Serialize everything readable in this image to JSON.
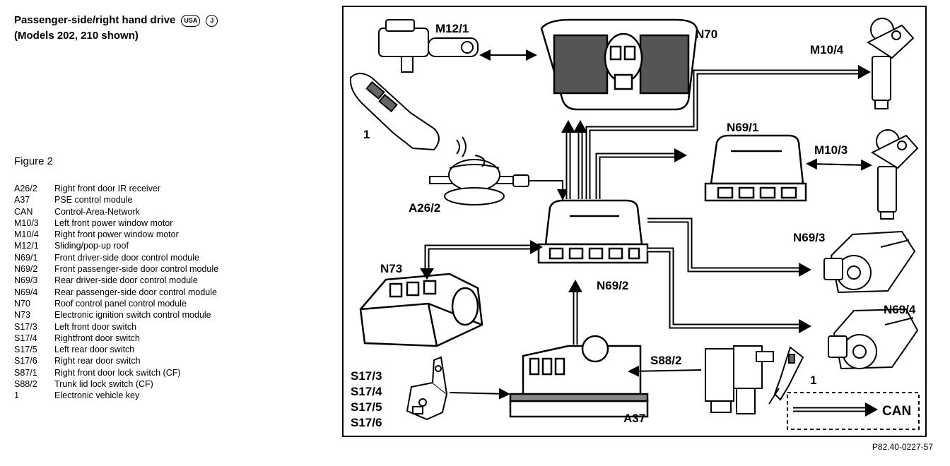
{
  "header": {
    "title": "Passenger-side/right hand drive",
    "badge_usa": "USA",
    "badge_j": "J",
    "subtitle": "(Models 202, 210 shown)"
  },
  "figure_title": "Figure 2",
  "legend": [
    {
      "code": "A26/2",
      "desc": "Right front door IR receiver"
    },
    {
      "code": "A37",
      "desc": "PSE control module"
    },
    {
      "code": "CAN",
      "desc": "Control-Area-Network"
    },
    {
      "code": "M10/3",
      "desc": "Left front power window motor"
    },
    {
      "code": "M10/4",
      "desc": "Right front power window motor"
    },
    {
      "code": "M12/1",
      "desc": "Sliding/pop-up roof"
    },
    {
      "code": "N69/1",
      "desc": "Front driver-side door control module"
    },
    {
      "code": "N69/2",
      "desc": "Front passenger-side door control module"
    },
    {
      "code": "N69/3",
      "desc": "Rear driver-side door control module"
    },
    {
      "code": "N69/4",
      "desc": "Rear passenger-side door control module"
    },
    {
      "code": "N70",
      "desc": "Roof control panel control module"
    },
    {
      "code": "N73",
      "desc": "Electronic ignition switch control module"
    },
    {
      "code": "S17/3",
      "desc": "Left front door switch"
    },
    {
      "code": "S17/4",
      "desc": "Rightfront door switch"
    },
    {
      "code": "S17/5",
      "desc": "Left rear door switch"
    },
    {
      "code": "S17/6",
      "desc": "Right rear door switch"
    },
    {
      "code": "S87/1",
      "desc": "Right front door lock switch (CF)"
    },
    {
      "code": "S88/2",
      "desc": "Trunk lid lock switch (CF)"
    },
    {
      "code": "1",
      "desc": "Electronic vehicle key"
    }
  ],
  "diagram_labels": {
    "m12_1": "M12/1",
    "n70": "N70",
    "m10_4": "M10/4",
    "key_1": "1",
    "n69_1": "N69/1",
    "m10_3": "M10/3",
    "a26_2": "A26/2",
    "n69_3": "N69/3",
    "n73": "N73",
    "n69_2": "N69/2",
    "n69_4": "N69/4",
    "s88_2": "S88/2",
    "key_1b": "1",
    "s17_3": "S17/3",
    "s17_4": "S17/4",
    "s17_5": "S17/5",
    "s17_6": "S17/6",
    "a37": "A37",
    "can": "CAN"
  },
  "reference": "P82.40-0227-57"
}
